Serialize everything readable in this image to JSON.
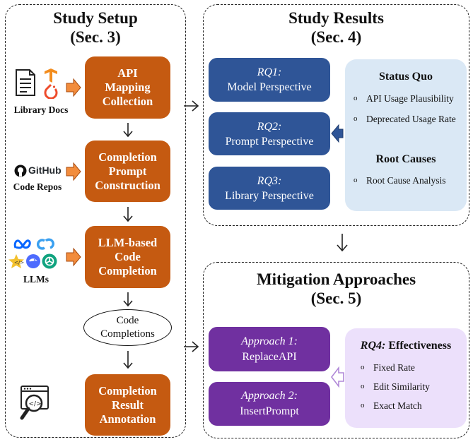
{
  "setup": {
    "title_line1": "Study Setup",
    "title_line2": "(Sec. 3)",
    "steps": [
      [
        "API",
        "Mapping",
        "Collection"
      ],
      [
        "Completion",
        "Prompt",
        "Construction"
      ],
      [
        "LLM-based",
        "Code",
        "Completion"
      ],
      [
        "Completion",
        "Result",
        "Annotation"
      ]
    ],
    "inputs": {
      "library_docs": "Library Docs",
      "github": "GitHub",
      "code_repos": "Code Repos",
      "llms": "LLMs"
    },
    "code_completions": [
      "Code",
      "Completions"
    ]
  },
  "results": {
    "title_line1": "Study Results",
    "title_line2": "(Sec. 4)",
    "rqs": [
      {
        "label": "RQ1:",
        "text": "Model Perspective"
      },
      {
        "label": "RQ2:",
        "text": "Prompt Perspective"
      },
      {
        "label": "RQ3:",
        "text": "Library Perspective"
      }
    ],
    "status_quo": {
      "heading": "Status Quo",
      "items": [
        "API Usage Plausibility",
        "Deprecated Usage Rate"
      ]
    },
    "root_causes": {
      "heading": "Root Causes",
      "items": [
        "Root Cause Analysis"
      ]
    }
  },
  "mitigation": {
    "title_line1": "Mitigation Approaches",
    "title_line2": "(Sec. 5)",
    "approaches": [
      {
        "label": "Approach 1:",
        "text": "ReplaceAPI"
      },
      {
        "label": "Approach 2:",
        "text": "InsertPrompt"
      }
    ],
    "effectiveness": {
      "rq_label": "RQ4:",
      "heading": "Effectiveness",
      "items": [
        "Fixed Rate",
        "Edit Similarity",
        "Exact Match"
      ]
    }
  },
  "colors": {
    "orange": "#c55a11",
    "blue": "#2f5597",
    "purple": "#7030a0",
    "light_blue": "#dae8f5",
    "light_purple": "#ece0fb"
  }
}
